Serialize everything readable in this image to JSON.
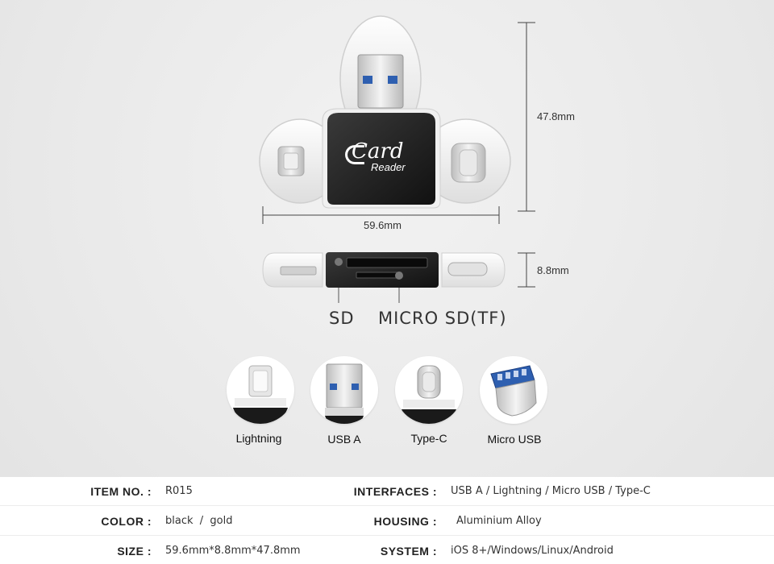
{
  "dimensions": {
    "height": "47.8mm",
    "width": "59.6mm",
    "thickness": "8.8mm"
  },
  "logo": {
    "line1": "Card",
    "line2": "Reader"
  },
  "slots": {
    "sd": "SD",
    "micro_sd": "MICRO SD(TF)"
  },
  "interfaces": [
    {
      "label": "Lightning",
      "icon": "lightning-connector-icon"
    },
    {
      "label": "USB A",
      "icon": "usb-a-connector-icon"
    },
    {
      "label": "Type-C",
      "icon": "type-c-connector-icon"
    },
    {
      "label": "Micro USB",
      "icon": "micro-usb-connector-icon"
    }
  ],
  "specs": {
    "item_no": {
      "key": "ITEM NO. :",
      "value": "R015"
    },
    "color": {
      "key": "COLOR :",
      "value": "black  /  gold"
    },
    "size": {
      "key": "SIZE :",
      "value": "59.6mm*8.8mm*47.8mm"
    },
    "interfaces": {
      "key": "INTERFACES :",
      "value": "USB A / Lightning / Micro USB / Type-C"
    },
    "housing": {
      "key": "HOUSING :",
      "value": "Aluminium Alloy"
    },
    "system": {
      "key": "SYSTEM :",
      "value": "iOS 8+/Windows/Linux/Android"
    }
  },
  "colors": {
    "body_black": "#1c1c1c",
    "connector_blue": "#2e5fb0",
    "metal": "#d8d8d8"
  }
}
